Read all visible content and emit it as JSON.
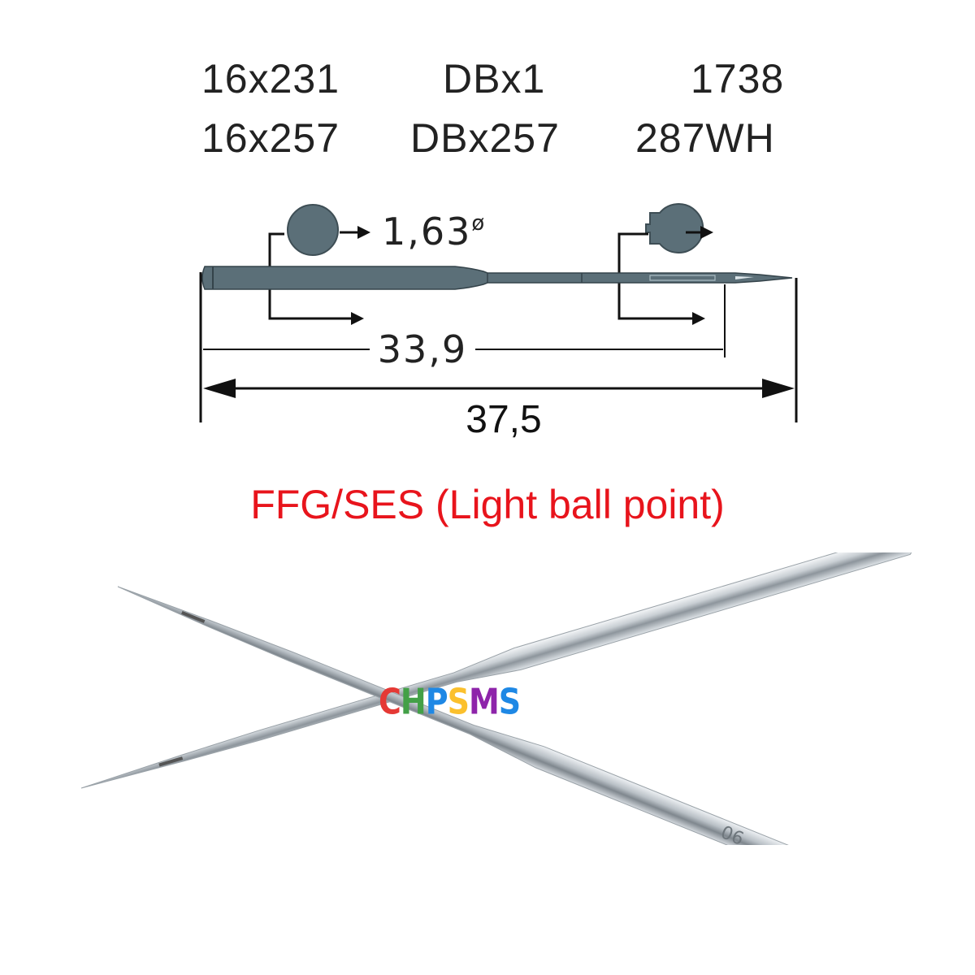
{
  "codes": {
    "row1": [
      "16x231",
      "DBx1",
      "1738"
    ],
    "row2": [
      "16x257",
      "DBx257",
      "287WH"
    ]
  },
  "diagram": {
    "diameter_label": "1,63",
    "diameter_symbol": "ø",
    "inner_length_label": "33,9",
    "total_length_label": "37,5",
    "needle_color": "#5b6f78",
    "line_color": "#111111"
  },
  "caption": "FFG/SES (Light ball point)",
  "brand": {
    "letters": [
      "C",
      "H",
      "P",
      "S",
      "M",
      "S"
    ],
    "colors": [
      "#e53935",
      "#43a047",
      "#1e88e5",
      "#fbc02d",
      "#8e24aa",
      "#1e88e5"
    ]
  }
}
